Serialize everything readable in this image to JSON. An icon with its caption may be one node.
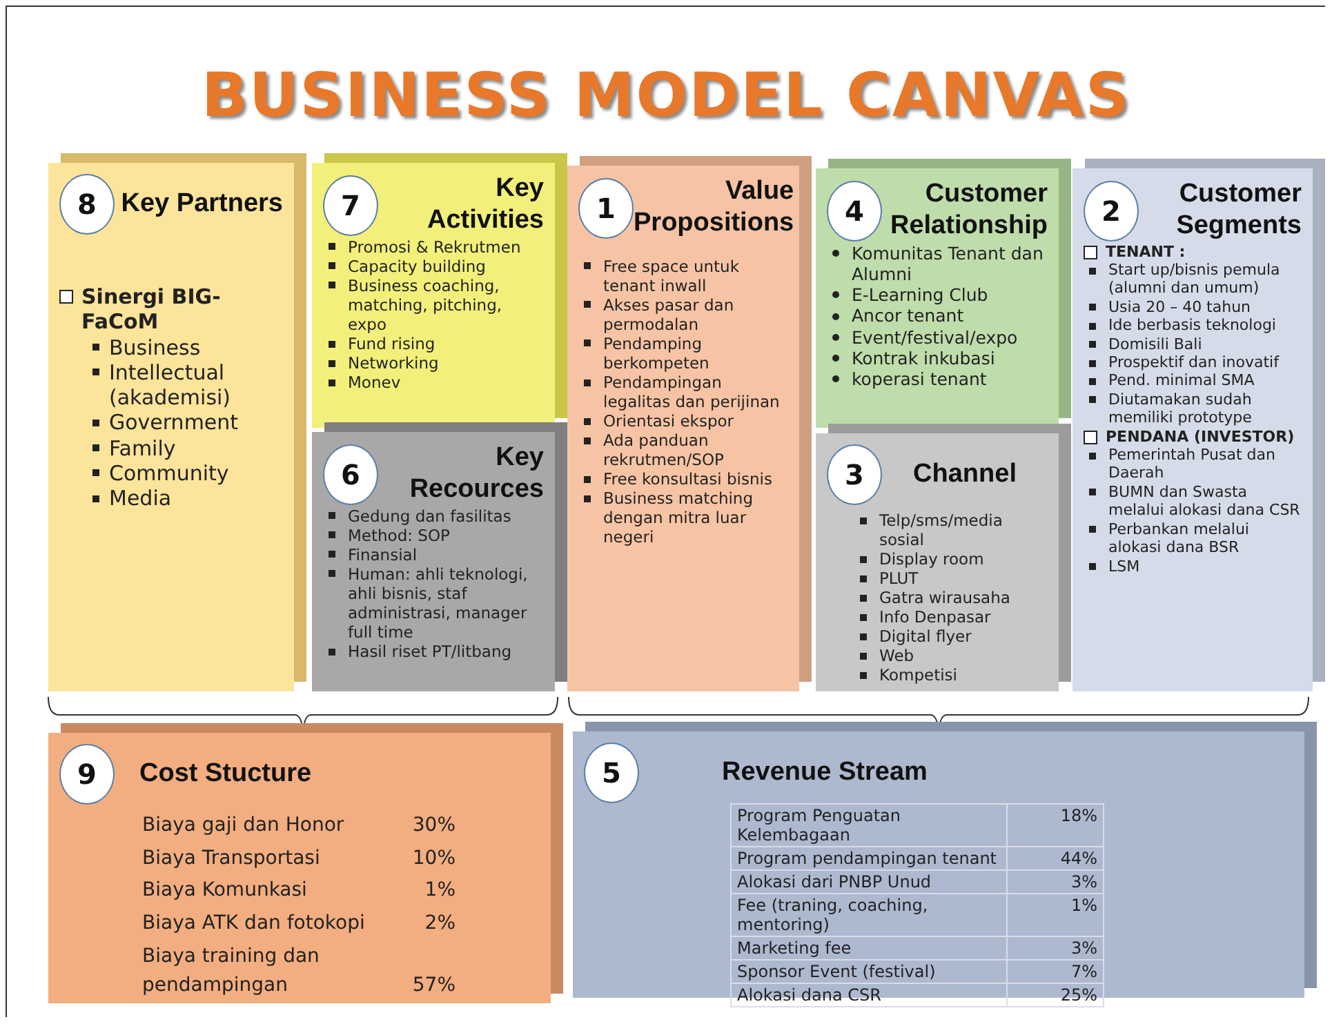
{
  "diagram": {
    "title": "BUSINESS MODEL CANVAS",
    "nodes": [
      {
        "text": [
          "Key Partners",
          "Sinergi BIG-FaCoM",
          "Business",
          "Intellectual (akademisi)",
          "Government",
          "Family",
          "Community",
          "Media"
        ]
      },
      {
        "text": [
          "8"
        ],
        "in": 0
      },
      {
        "text": [
          "Key Activities",
          "Promosi & Rekrutmen",
          "Capacity building",
          "Business coaching, matching, pitching, expo",
          "Fund rising",
          "Networking",
          "Monev"
        ]
      },
      {
        "text": [
          "7"
        ],
        "in": 2
      },
      {
        "text": [
          "Key Recources",
          "Gedung dan fasilitas",
          "Method: SOP",
          "Finansial",
          "Human: ahli teknologi, ahli bisnis, staf administrasi, manager full time",
          "Hasil riset PT/litbang"
        ]
      },
      {
        "text": [
          "6"
        ],
        "in": 4
      },
      {
        "text": [
          "Value Propositions",
          "Free space untuk tenant inwall",
          "Akses pasar dan permodalan",
          "Pendamping berkompeten",
          "Pendampingan legalitas dan perijinan",
          "Orientasi ekspor",
          "Ada panduan rekrutmen/SOP",
          "Free konsultasi bisnis",
          "Business matching dengan mitra luar negeri"
        ]
      },
      {
        "text": [
          "1"
        ],
        "in": 6
      },
      {
        "text": [
          "Customer Relationship",
          "Komunitas Tenant dan Alumni",
          "E-Learning Club",
          "Ancor tenant",
          "Event/festival/expo",
          "Kontrak inkubasi",
          "koperasi tenant"
        ]
      },
      {
        "text": [
          "4"
        ],
        "in": 8
      },
      {
        "text": [
          "Channel",
          "Telp/sms/media sosial",
          "Display room",
          "PLUT",
          "Gatra wirausaha",
          "Info Denpasar",
          "Digital flyer",
          "Web",
          "Kompetisi"
        ]
      },
      {
        "text": [
          "3"
        ],
        "in": 10
      },
      {
        "text": [
          "Customer Segments",
          "TENANT :",
          "Start up/bisnis pemula (alumni dan umum)",
          "Usia 20 – 40 tahun",
          "Ide berbasis teknologi",
          "Domisili Bali",
          "Prospektif dan inovatif",
          "Pend. minimal SMA",
          "Diutamakan sudah memiliki prototype",
          "PENDANA (INVESTOR)",
          "Pemerintah Pusat dan Daerah",
          "BUMN dan Swasta melalui alokasi dana CSR",
          "Perbankan melalui alokasi dana BSR",
          "LSM"
        ]
      },
      {
        "text": [
          "2"
        ],
        "in": 12
      },
      {
        "text": [
          "Cost Stucture",
          "Biaya gaji dan Honor",
          "30%",
          "Biaya Transportasi",
          "10%",
          "Biaya Komunkasi",
          "1%",
          "Biaya ATK dan fotokopi",
          "2%",
          "Biaya training dan pendampingan",
          "57%"
        ]
      },
      {
        "text": [
          "9"
        ],
        "in": 14
      },
      {
        "text": [
          "Revenue Stream",
          "Program Penguatan Kelembagaan",
          "18%",
          "Program pendampingan tenant",
          "44%",
          "Alokasi dari PNBP Unud",
          "3%",
          "Fee (traning, coaching, mentoring)",
          "1%",
          "Marketing fee",
          "3%",
          "Sponsor Event (festival)",
          "7%",
          "Alokasi dana CSR",
          "25%"
        ]
      },
      {
        "text": [
          "5"
        ],
        "in": 16
      }
    ],
    "edges": []
  }
}
